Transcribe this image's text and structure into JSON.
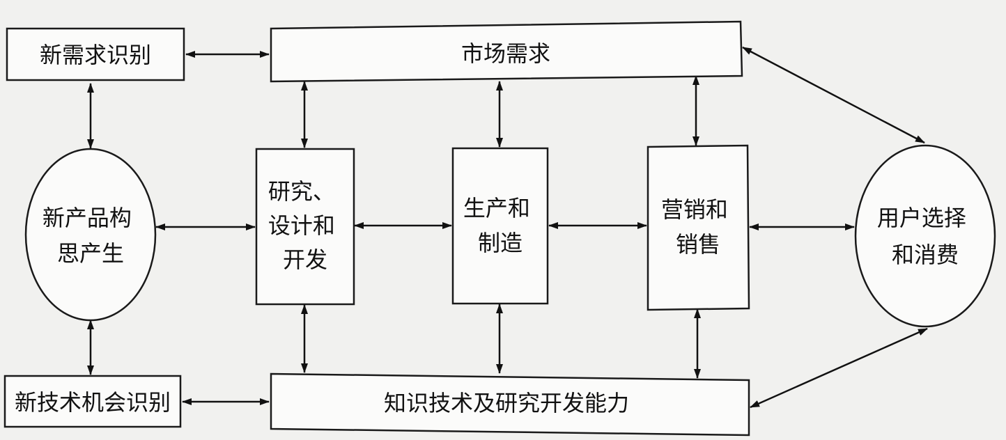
{
  "nodes": {
    "need_recognition": "新需求识别",
    "market_demand": "市场需求",
    "concept_generation": [
      "新产品构",
      "思产生"
    ],
    "rd_design": [
      "研究、",
      "设计和",
      "开发"
    ],
    "manufacturing": [
      "生产和",
      "制造"
    ],
    "marketing_sales": [
      "营销和",
      "销售"
    ],
    "user_choice": [
      "用户选择",
      "和消费"
    ],
    "tech_opportunity": "新技术机会识别",
    "knowledge_capability": "知识技术及研究开发能力"
  }
}
